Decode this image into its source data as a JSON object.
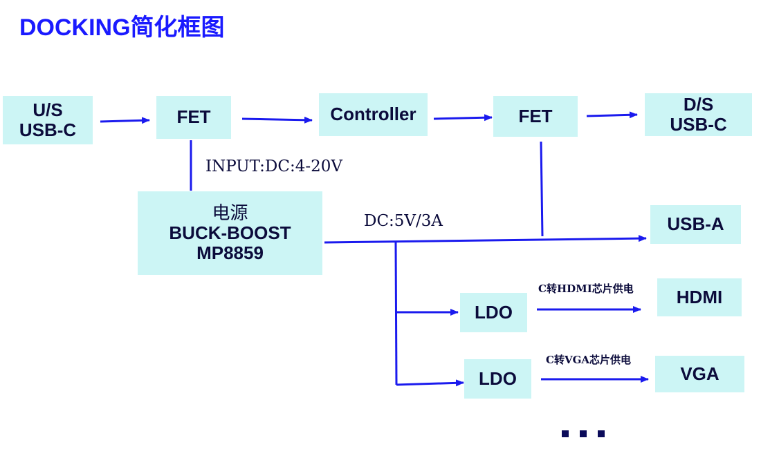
{
  "title": "DOCKING简化框图",
  "blocks": {
    "us_usbc": [
      "U/S",
      "USB-C"
    ],
    "fet1": "FET",
    "controller": "Controller",
    "fet2": "FET",
    "ds_usbc": [
      "D/S",
      "USB-C"
    ],
    "power": [
      "电源",
      "BUCK-BOOST",
      "MP8859"
    ],
    "usba": "USB-A",
    "ldo1": "LDO",
    "hdmi": "HDMI",
    "ldo2": "LDO",
    "vga": "VGA"
  },
  "labels": {
    "input": "INPUT:DC:4-20V",
    "dc_out": "DC:5V/3A",
    "hdmi_power": "C转HDMI芯片供电",
    "vga_power": "C转VGA芯片供电"
  },
  "colors": {
    "title": "#1a1aff",
    "box_fill": "#ccf5f5",
    "arrow": "#1a1aee",
    "text": "#0b0b3b"
  },
  "icons": {
    "more": "ellipsis-squares"
  }
}
